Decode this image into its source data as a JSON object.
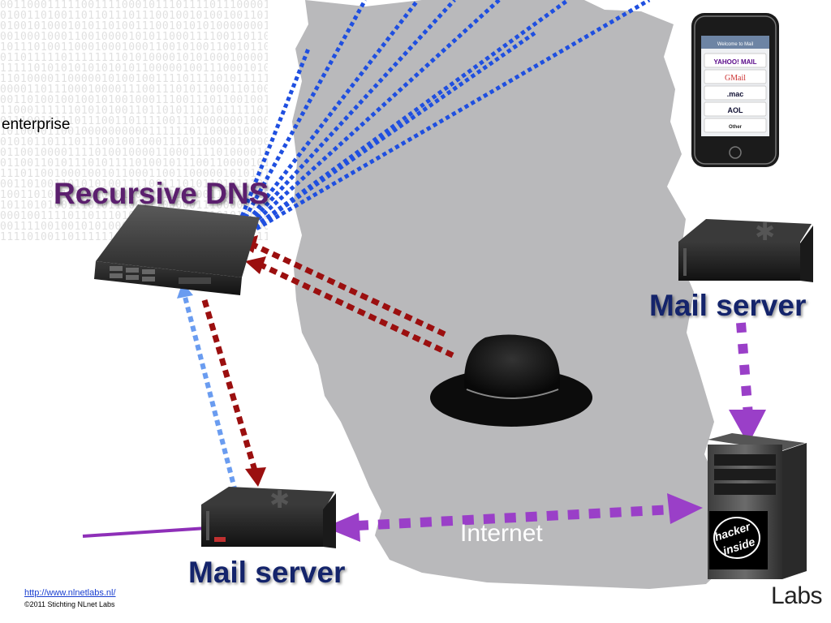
{
  "labels": {
    "enterprise": "enterprise",
    "recursive_dns": "Recursive DNS",
    "mail_server_right": "Mail server",
    "mail_server_bottom": "Mail server",
    "internet": "Internet",
    "url": "http://www.nlnetlabs.nl/",
    "copyright": "©2011 Stichting NLnet Labs",
    "labs": "Labs"
  },
  "phone": {
    "header": "Welcome to Mail",
    "options": [
      "YAHOO! MAIL",
      "GMail",
      ".mac",
      "AOL",
      "Other"
    ]
  },
  "hacker_badge": [
    "hacker",
    "inside"
  ],
  "colors": {
    "dns_label": "#5b1f6e",
    "mail_label": "#14246b",
    "query_arrows": "#1f4fe0",
    "spoof_arrows": "#9b0f0f",
    "mail_arrows": "#9a3fc8",
    "light_blue_arrow": "#6a9cf0",
    "internet_cloud": "#b9b9bb"
  }
}
